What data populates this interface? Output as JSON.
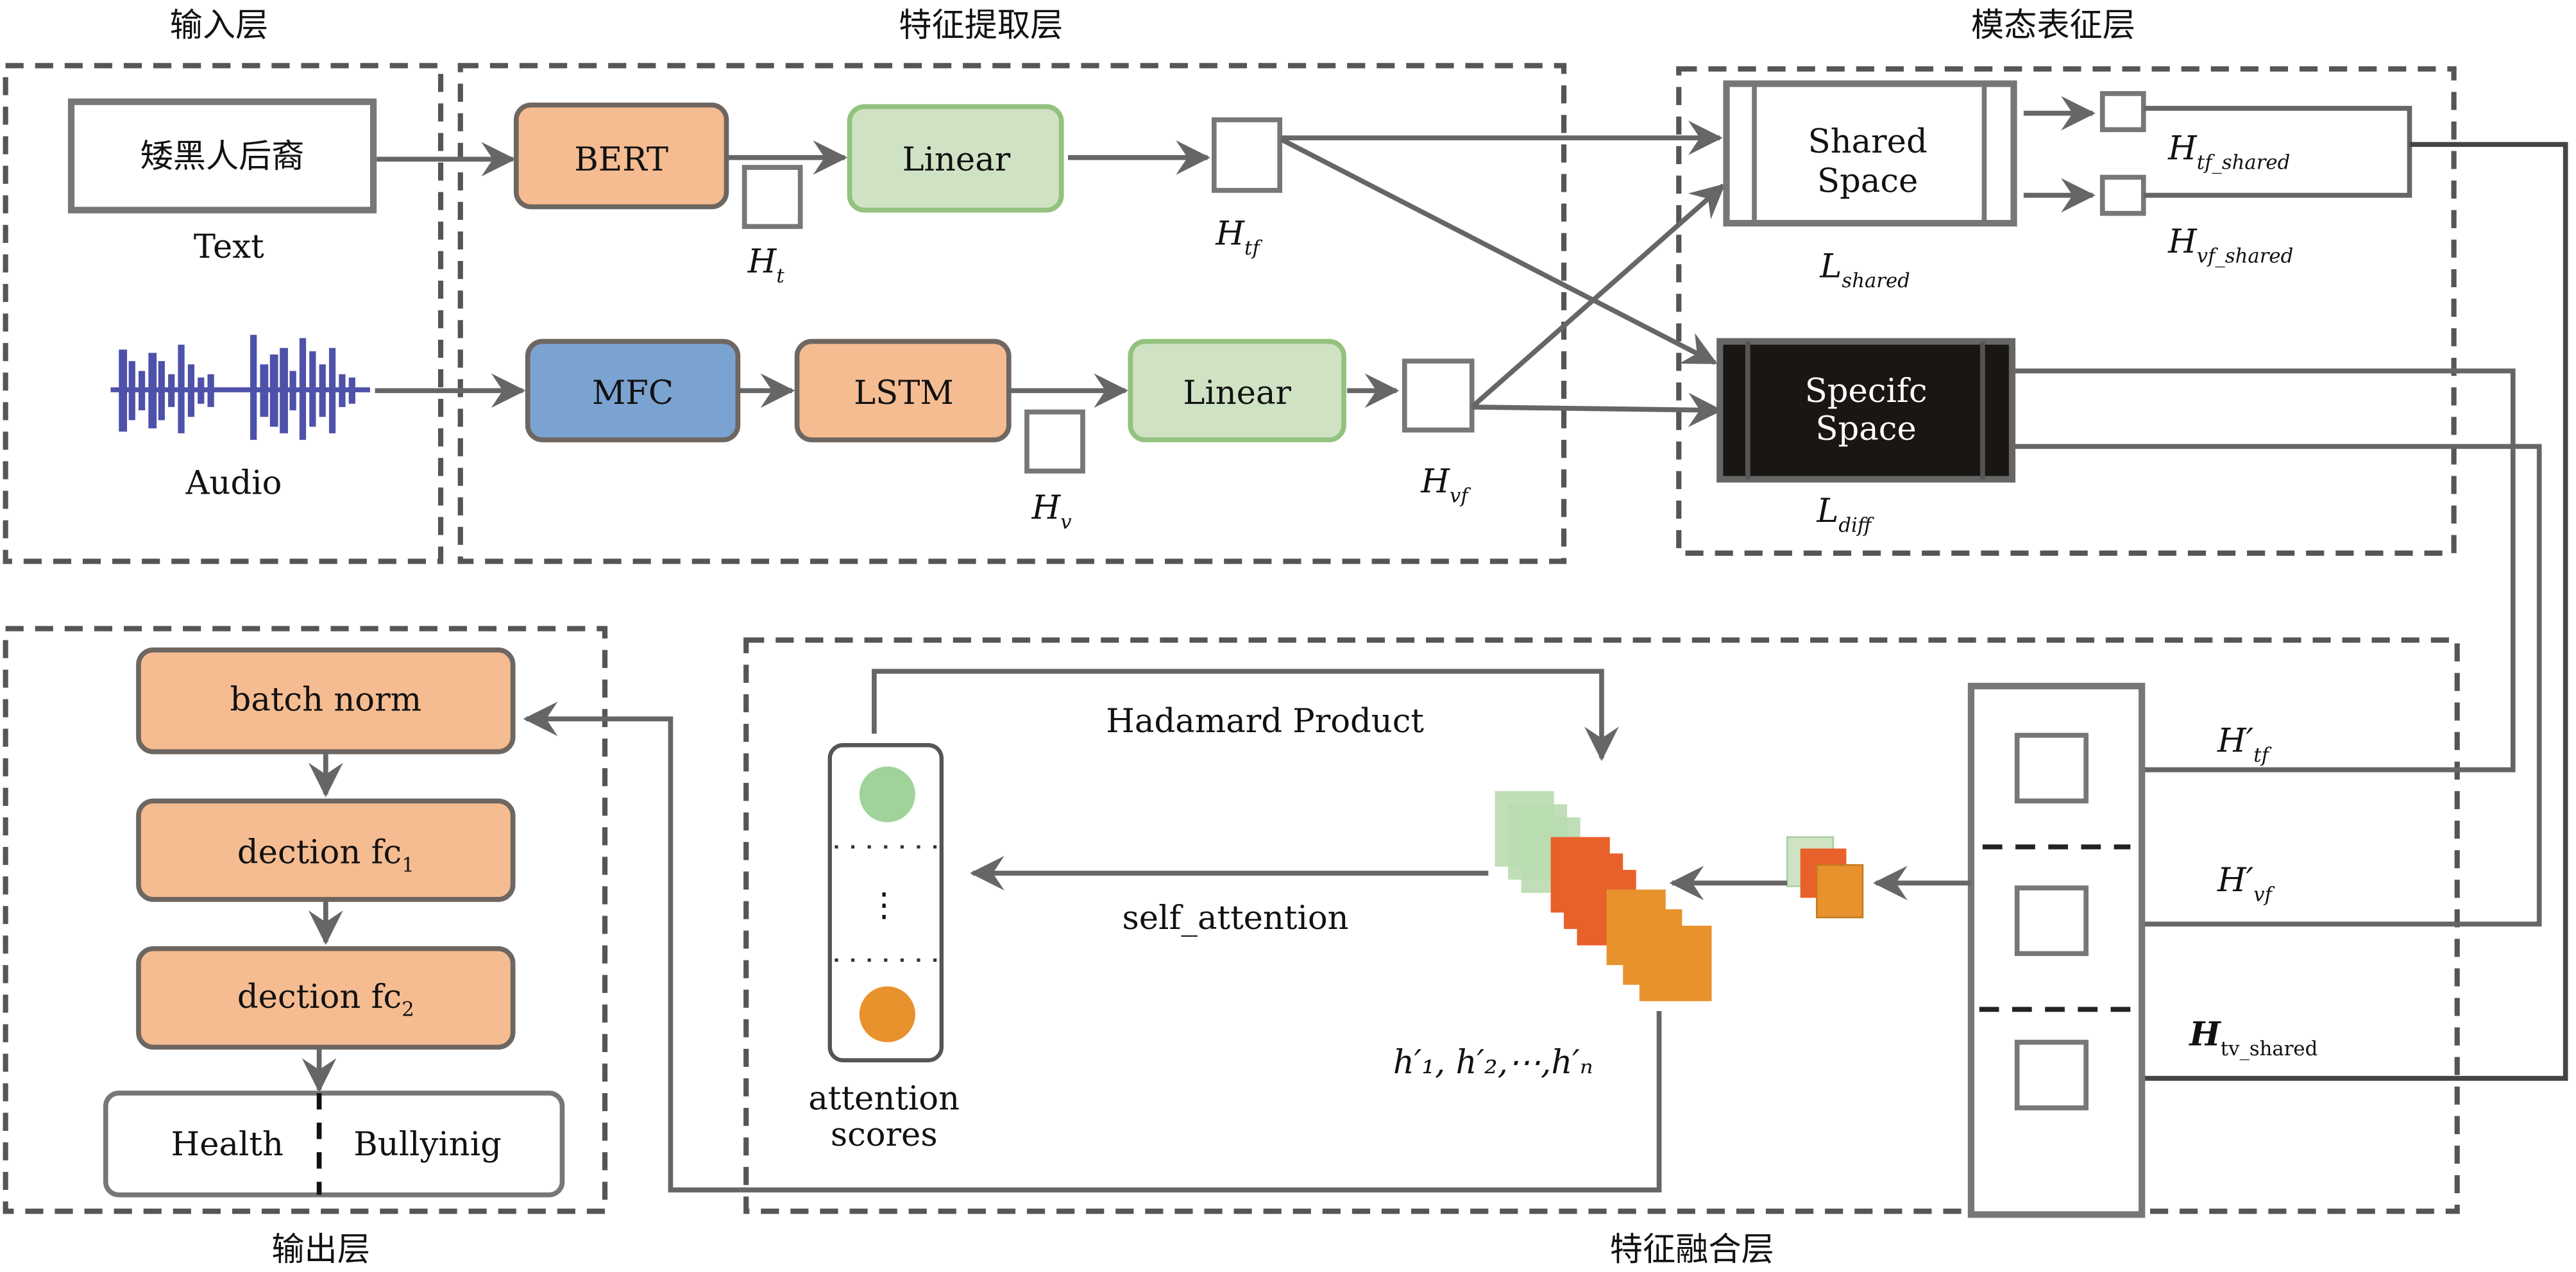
{
  "figure": {
    "layers": {
      "input": "输入层",
      "feature_extraction": "特征提取层",
      "modal_representation": "模态表征层",
      "output": "输出层",
      "feature_fusion": "特征融合层"
    },
    "input": {
      "text_sample": "矮黑人后裔",
      "text_label": "Text",
      "audio_label": "Audio"
    },
    "extraction": {
      "bert": "BERT",
      "linear_text": "Linear",
      "mfc": "MFC",
      "lstm": "LSTM",
      "linear_audio": "Linear",
      "h_t": {
        "main": "H",
        "sub": "t"
      },
      "h_tf": {
        "main": "H",
        "sub": "tf"
      },
      "h_v": {
        "main": "H",
        "sub": "v"
      },
      "h_vf": {
        "main": "H",
        "sub": "vf"
      }
    },
    "representation": {
      "shared_line1": "Shared",
      "shared_line2": "Space",
      "specific_line1": "Specifc",
      "specific_line2": "Space",
      "l_shared": {
        "main": "L",
        "sub": "shared"
      },
      "l_diff": {
        "main": "L",
        "sub": "diff"
      },
      "h_tf_shared": {
        "main": "H",
        "sub": "tf_shared"
      },
      "h_vf_shared": {
        "main": "H",
        "sub": "vf_shared"
      }
    },
    "fusion": {
      "hadamard": "Hadamard Product",
      "self_attention": "self_attention",
      "attention_scores_line1": "attention",
      "attention_scores_line2": "scores",
      "vdots": "⋮",
      "h_sequence": "h′₁, h′₂,⋯,h′ₙ",
      "h_tf_prime": {
        "main": "H′",
        "sub": "tf"
      },
      "h_vf_prime": {
        "main": "H′",
        "sub": "vf"
      },
      "h_tv_shared": {
        "main": "H",
        "sub": "tv_shared"
      }
    },
    "output": {
      "batch_norm": "batch norm",
      "fc1": {
        "main": "dection fc",
        "sub": "1"
      },
      "fc2": {
        "main": "dection fc",
        "sub": "2"
      },
      "class_health": "Health",
      "class_bullying": "Bullyinig"
    },
    "colors": {
      "orange_block": "#f5bc91",
      "green_block": "#cfe3c4",
      "blue_block": "#7ba3d2",
      "specific_space": "#1a1614",
      "waveform": "#3b3fa0",
      "attention_green": "#9fd39a",
      "attention_orange": "#e8922e",
      "feature_red": "#e8602a"
    }
  }
}
